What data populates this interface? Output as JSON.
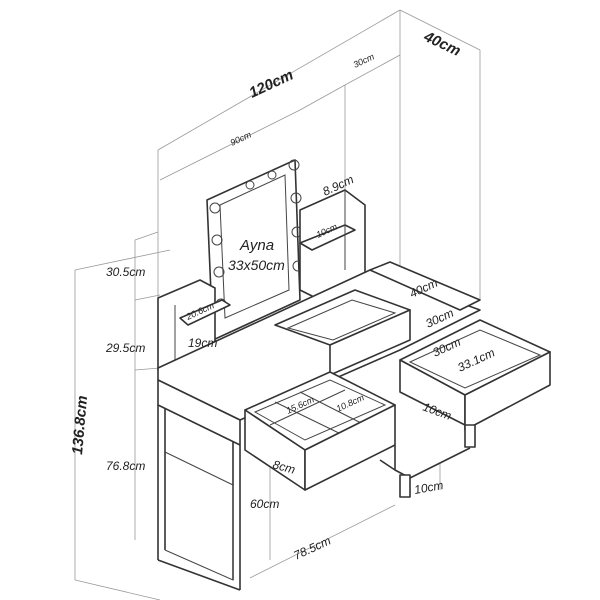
{
  "dimensions": {
    "depth_total": "40cm",
    "width_total": "120cm",
    "shelf_depth": "30cm",
    "top_width": "90cm",
    "shelf_height": "8.9cm",
    "shelf_depth_small": "10cm",
    "mirror_label": "Ayna",
    "mirror_size": "33x50cm",
    "upper_height": "30.5cm",
    "left_shelf_width": "20.6cm",
    "left_shelf_height": "19cm",
    "middle_height": "29.5cm",
    "right_drawer_width": "40cm",
    "right_drawer_depth_outer": "30cm",
    "right_drawer_inner_depth": "30cm",
    "right_drawer_inner_width": "33.1cm",
    "total_height": "136.8cm",
    "compartment_a": "15.6cm",
    "compartment_b": "10.8cm",
    "right_drawer_height": "10cm",
    "center_drawer_height": "8cm",
    "table_height": "76.8cm",
    "leg_clearance": "60cm",
    "foot_height": "10cm",
    "bottom_width": "78.5cm"
  }
}
